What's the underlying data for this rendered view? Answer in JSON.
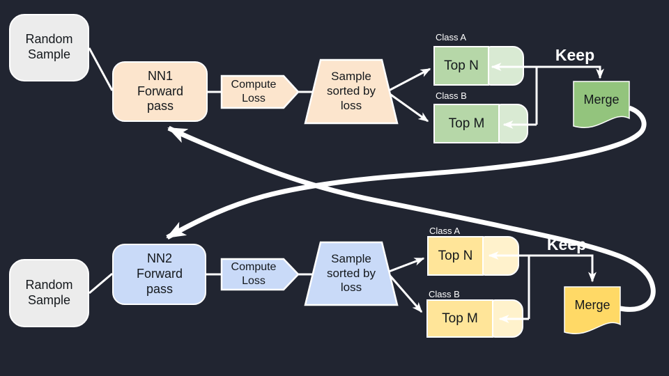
{
  "slide": {
    "background_color": "#212531",
    "rows": {
      "top": {
        "input_label": "Random Sample",
        "nn_label": "NN1 Forward pass",
        "compute_label": "Compute Loss",
        "sort_label": "Sample sorted by loss",
        "class_a_label": "Class A",
        "class_a_value": "Top N",
        "class_b_label": "Class B",
        "class_b_value": "Top M",
        "keep_label": "Keep",
        "merge_label": "Merge",
        "palette": {
          "process_fill": "#fce5cd",
          "select_dark": "#b6d7a8",
          "select_light": "#d9ead3",
          "merge_fill": "#93c47d",
          "input_fill": "#ececec",
          "line_color": "#ffffff",
          "text_color": "#14181c",
          "label_color": "#ffffff"
        }
      },
      "bottom": {
        "input_label": "Random Sample",
        "nn_label": "NN2 Forward pass",
        "compute_label": "Compute Loss",
        "sort_label": "Sample sorted by loss",
        "class_a_label": "Class A",
        "class_a_value": "Top N",
        "class_b_label": "Class B",
        "class_b_value": "Top M",
        "keep_label": "Keep",
        "merge_label": "Merge",
        "palette": {
          "process_fill": "#c9daf8",
          "select_dark": "#ffe599",
          "select_light": "#fff2cc",
          "merge_fill": "#ffd966",
          "input_fill": "#ececec",
          "line_color": "#ffffff",
          "text_color": "#14181c",
          "label_color": "#ffffff"
        }
      }
    }
  }
}
